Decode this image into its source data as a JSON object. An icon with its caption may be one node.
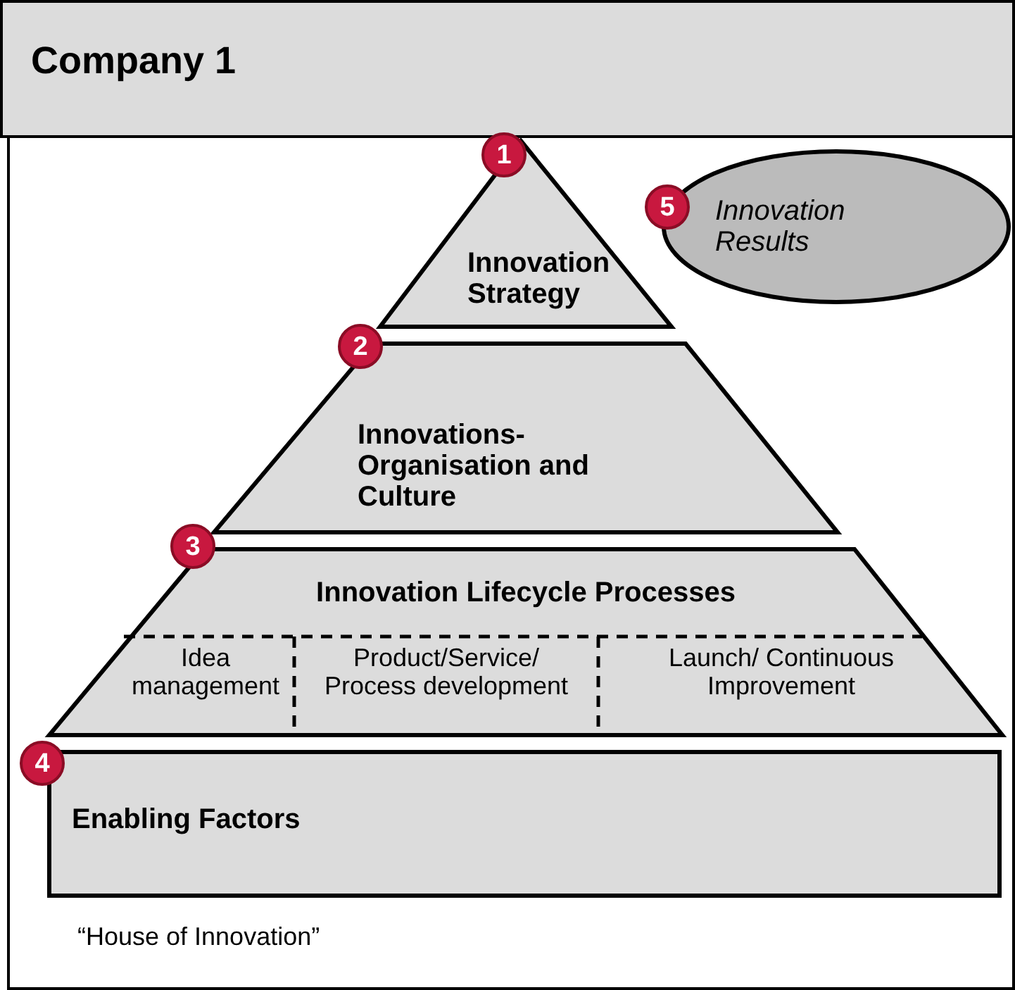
{
  "diagram": {
    "title": "Company 1",
    "nodes": [
      {
        "text": [
          "Innovation Strategy"
        ],
        "beside": [
          "1"
        ]
      },
      {
        "text": [
          "Innovations- Organisation and Culture"
        ],
        "beside": [
          "2"
        ]
      },
      {
        "text": [
          "Innovation Lifecycle Processes"
        ],
        "beside": [
          "3"
        ]
      },
      {
        "text": [
          "Idea management"
        ],
        "in": 2
      },
      {
        "text": [
          "Product/Service/ Process development"
        ],
        "in": 2
      },
      {
        "text": [
          "Launch/ Continuous Improvement"
        ],
        "in": 2
      },
      {
        "text": [
          "Enabling Factors"
        ],
        "beside": [
          "4"
        ]
      },
      {
        "text": [
          "Innovation Results"
        ],
        "beside": [
          "5"
        ]
      }
    ],
    "labels": [
      "“House of Innovation”"
    ]
  }
}
